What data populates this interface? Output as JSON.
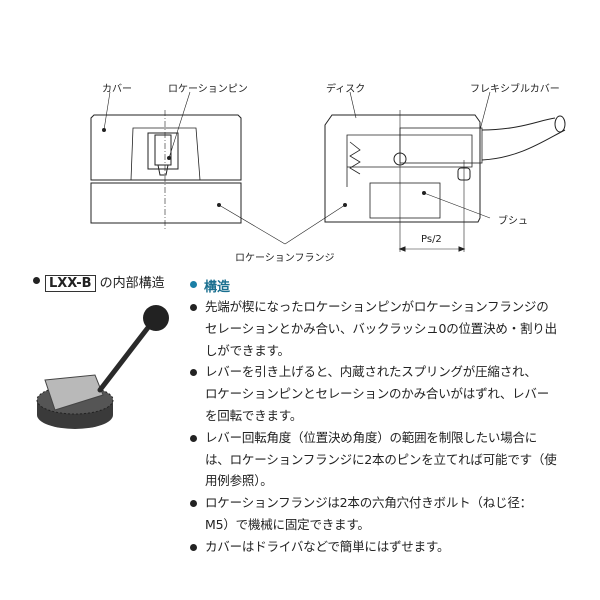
{
  "diagram": {
    "labels": {
      "cover": "カバー",
      "location_pin": "ロケーションピン",
      "disc": "ディスク",
      "flexible_cover": "フレキシブルカバー",
      "bush": "ブシュ",
      "dimension": "Ps/2",
      "location_flange": "ロケーションフランジ"
    }
  },
  "photo_caption": {
    "model": "LXX-B",
    "suffix": "の内部構造"
  },
  "structure": {
    "heading": "構造",
    "bullets": [
      {
        "lines": [
          "先端が楔になったロケーションピンがロケーションフランジの",
          "セレーションとかみ合い、バックラッシュ0の位置決め・割り出",
          "しができます。"
        ]
      },
      {
        "lines": [
          "レバーを引き上げると、内蔵されたスプリングが圧縮され、",
          "ロケーションピンとセレーションのかみ合いがはずれ、レバー",
          "を回転できます。"
        ]
      },
      {
        "lines": [
          "レバー回転角度（位置決め角度）の範囲を制限したい場合に",
          "は、ロケーションフランジに2本のピンを立てれば可能です（使",
          "用例参照）。"
        ]
      },
      {
        "lines": [
          "ロケーションフランジは2本の六角穴付きボルト（ねじ径：",
          "M5）で機械に固定できます。"
        ]
      },
      {
        "lines": [
          "カバーはドライバなどで簡単にはずせます。"
        ]
      }
    ]
  },
  "colors": {
    "accent": "#1a7fa6"
  }
}
